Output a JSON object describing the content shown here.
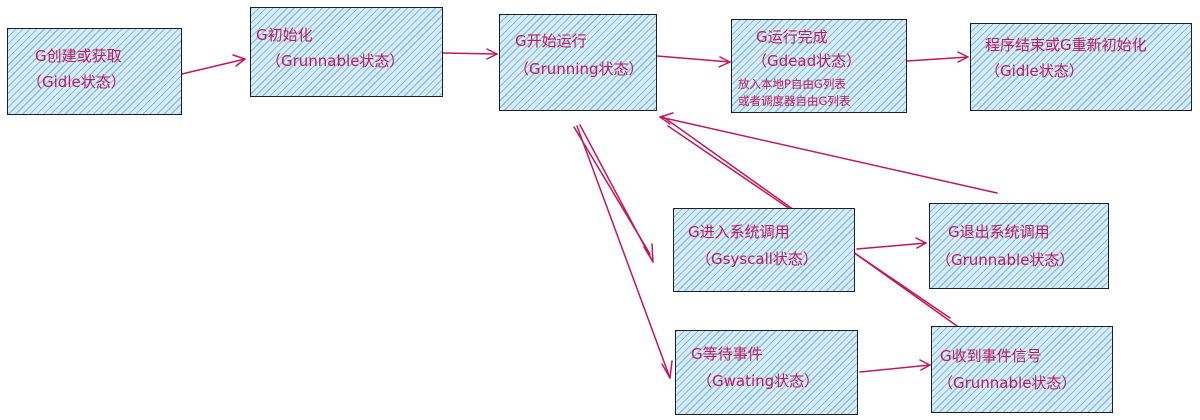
{
  "nodes": {
    "created": {
      "title": "G创建或获取",
      "state": "（Gidle状态）"
    },
    "init": {
      "title": "G初始化",
      "state": "（Grunnable状态）"
    },
    "running": {
      "title": "G开始运行",
      "state": "（Grunning状态）"
    },
    "dead": {
      "title": "G运行完成",
      "state": "（Gdead状态）",
      "note1": "放入本地P自由G列表",
      "note2": "或者调度器自由G列表"
    },
    "end": {
      "title": "程序结束或G重新初始化",
      "state": "（Gidle状态）"
    },
    "syscall": {
      "title": "G进入系统调用",
      "state": "（Gsyscall状态）"
    },
    "syscall_exit": {
      "title": "G退出系统调用",
      "state": "（Grunnable状态）"
    },
    "waiting": {
      "title": "G等待事件",
      "state": "（Gwating状态）"
    },
    "signal": {
      "title": "G收到事件信号",
      "state": "（Grunnable状态）"
    }
  },
  "colors": {
    "text": "#c2185b",
    "edge": "#c2185b",
    "fill": "#d6ecf8",
    "hatch": "#5096d2",
    "border": "#1f1f1f"
  }
}
